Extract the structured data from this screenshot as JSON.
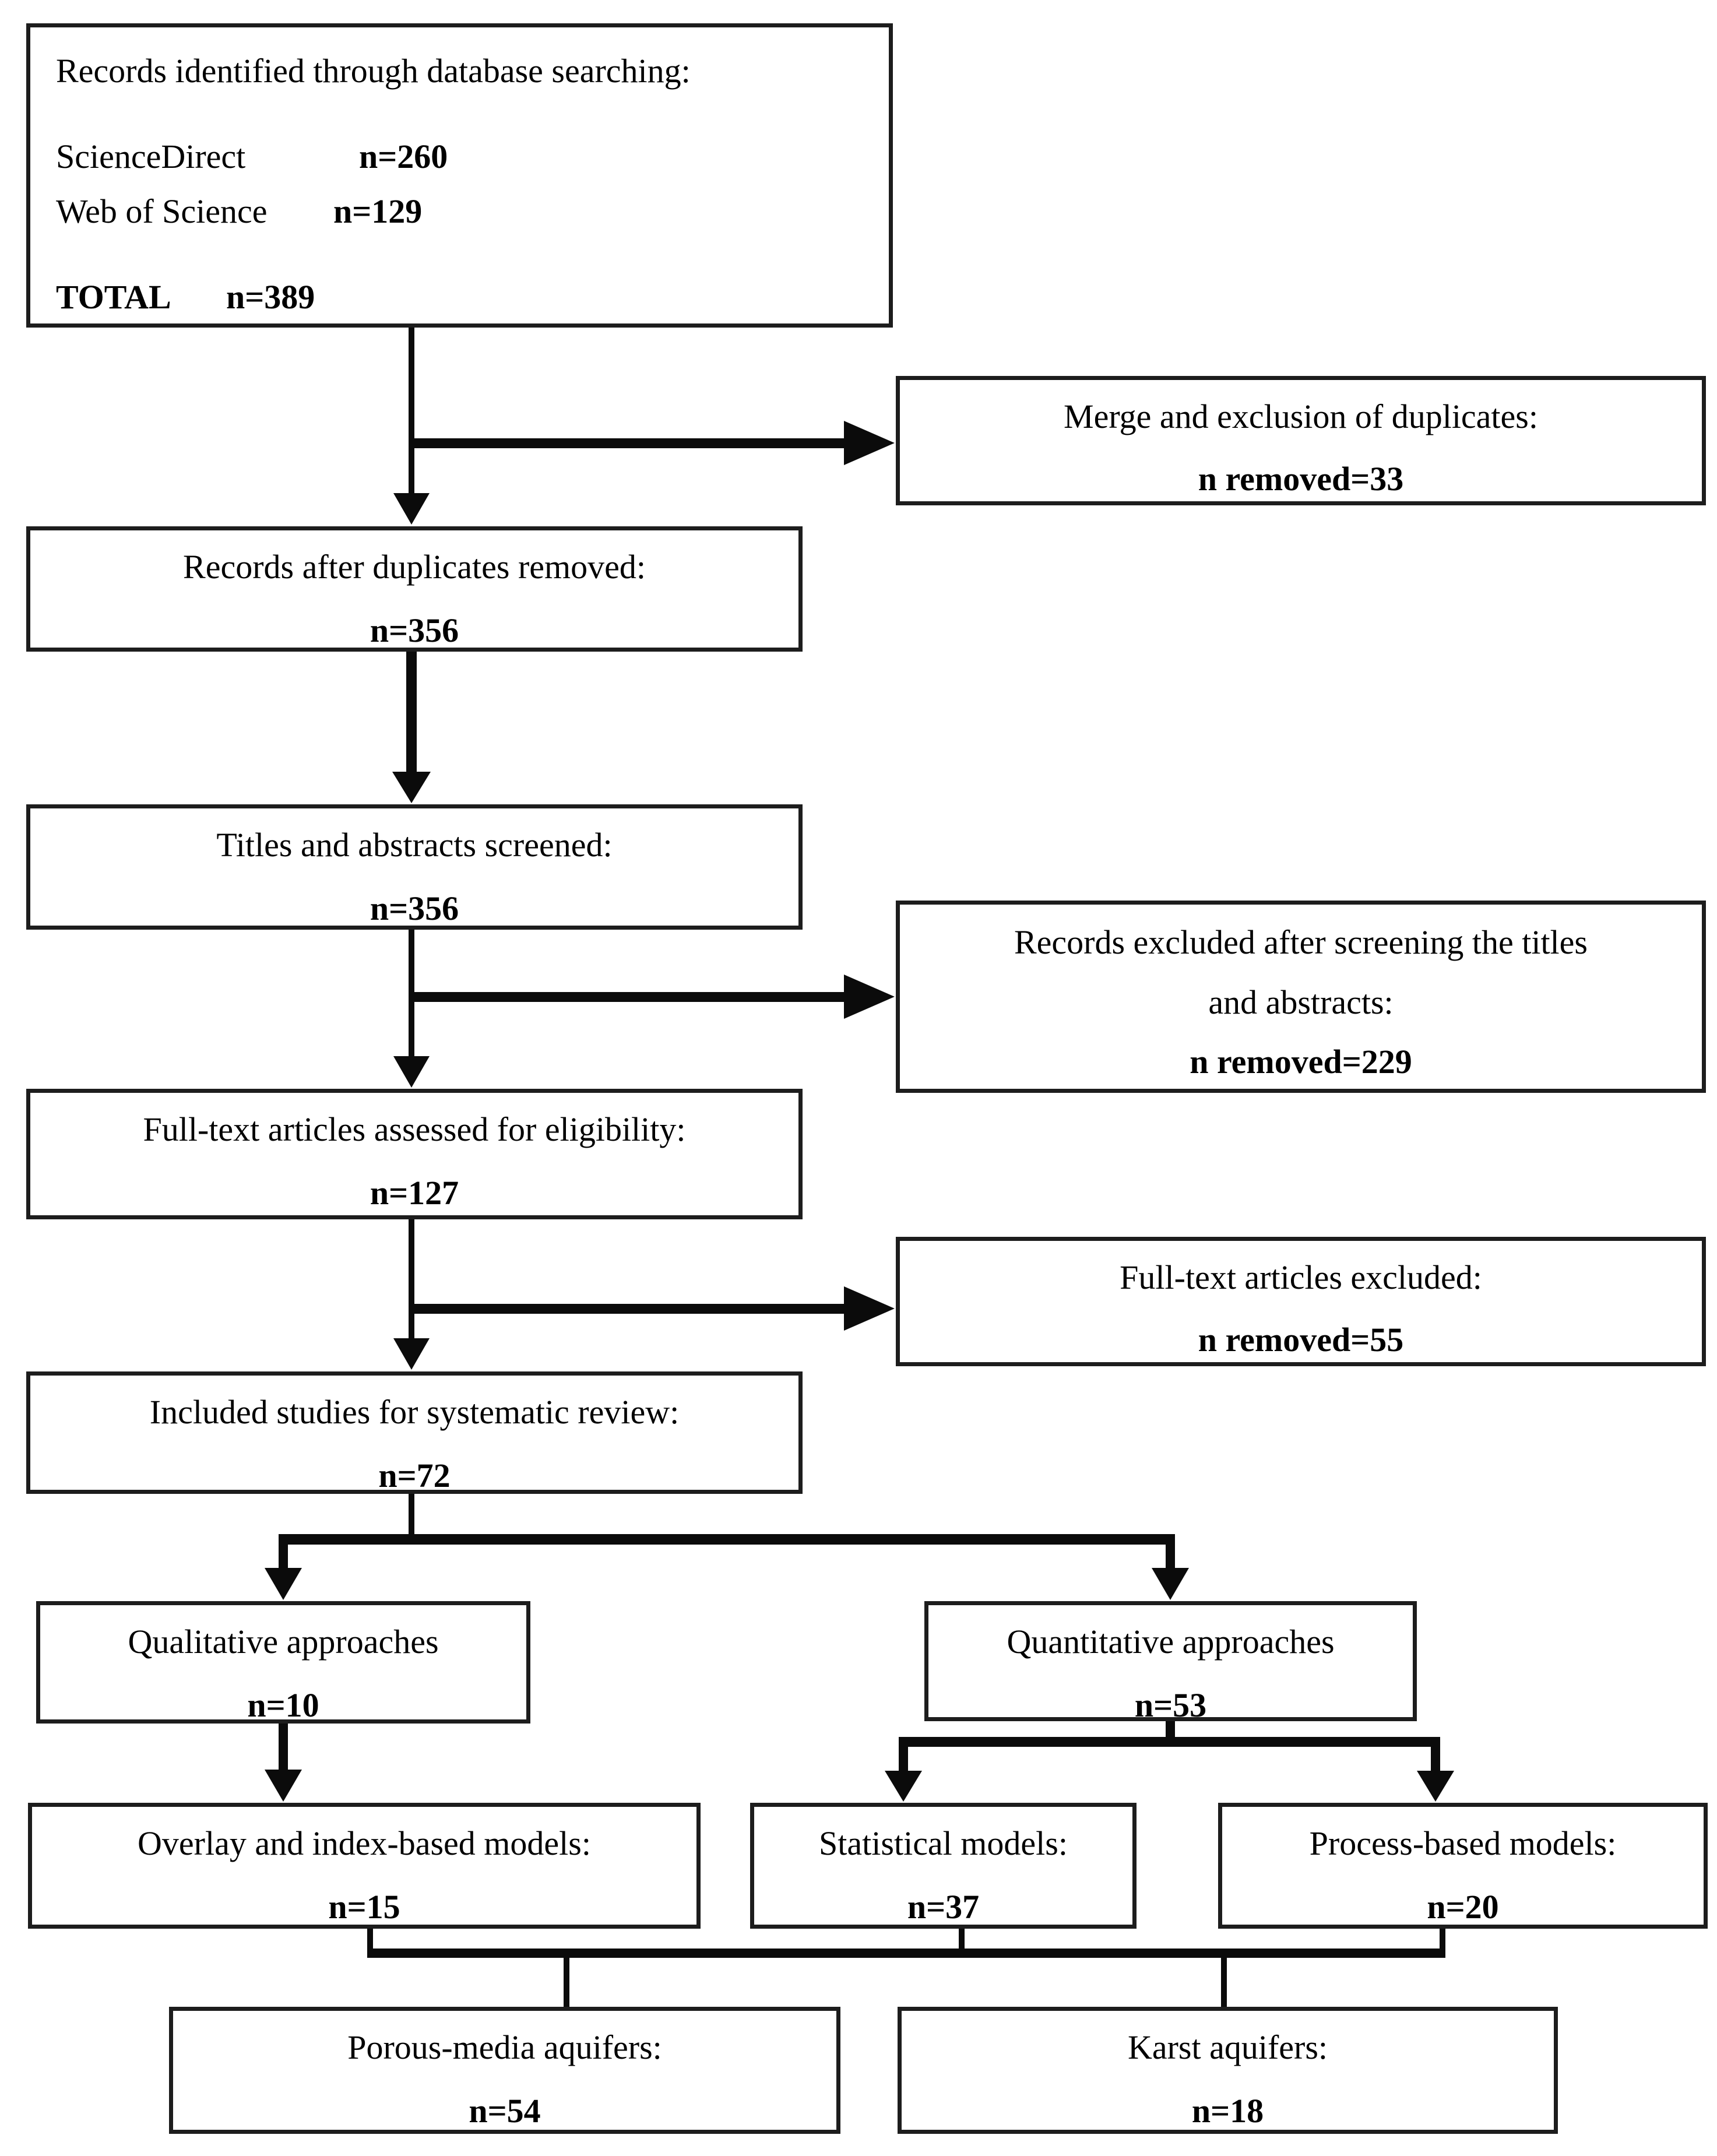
{
  "flowchart": {
    "identified": {
      "title": "Records identified through database searching:",
      "source1_label": "ScienceDirect",
      "source1_value": "n=260",
      "source2_label": "Web of Science",
      "source2_value": "n=129",
      "total_label": "TOTAL",
      "total_value": "n=389"
    },
    "merge_duplicates": {
      "label": "Merge and exclusion of duplicates:",
      "count": "n removed=33"
    },
    "after_duplicates": {
      "label": "Records after duplicates removed:",
      "count": "n=356"
    },
    "titles_screened": {
      "label": "Titles and abstracts screened:",
      "count": "n=356"
    },
    "records_excluded": {
      "label_line1": "Records excluded after screening the titles",
      "label_line2": "and abstracts:",
      "count": "n removed=229"
    },
    "fulltext_assessed": {
      "label": "Full-text articles assessed for eligibility:",
      "count": "n=127"
    },
    "fulltext_excluded": {
      "label": "Full-text articles excluded:",
      "count": "n removed=55"
    },
    "included_studies": {
      "label": "Included studies for systematic review:",
      "count": "n=72"
    },
    "qualitative": {
      "label": "Qualitative approaches",
      "count": "n=10"
    },
    "quantitative": {
      "label": "Quantitative approaches",
      "count": "n=53"
    },
    "overlay_index": {
      "label": "Overlay and index-based models:",
      "count": "n=15"
    },
    "statistical": {
      "label": "Statistical models:",
      "count": "n=37"
    },
    "process_based": {
      "label": "Process-based models:",
      "count": "n=20"
    },
    "porous_media": {
      "label": "Porous-media aquifers:",
      "count": "n=54"
    },
    "karst": {
      "label": "Karst aquifers:",
      "count": "n=18"
    }
  },
  "colors": {
    "line": "#0b0b0b",
    "border": "#1d1d1d",
    "background": "#ffffff",
    "text": "#000000"
  }
}
